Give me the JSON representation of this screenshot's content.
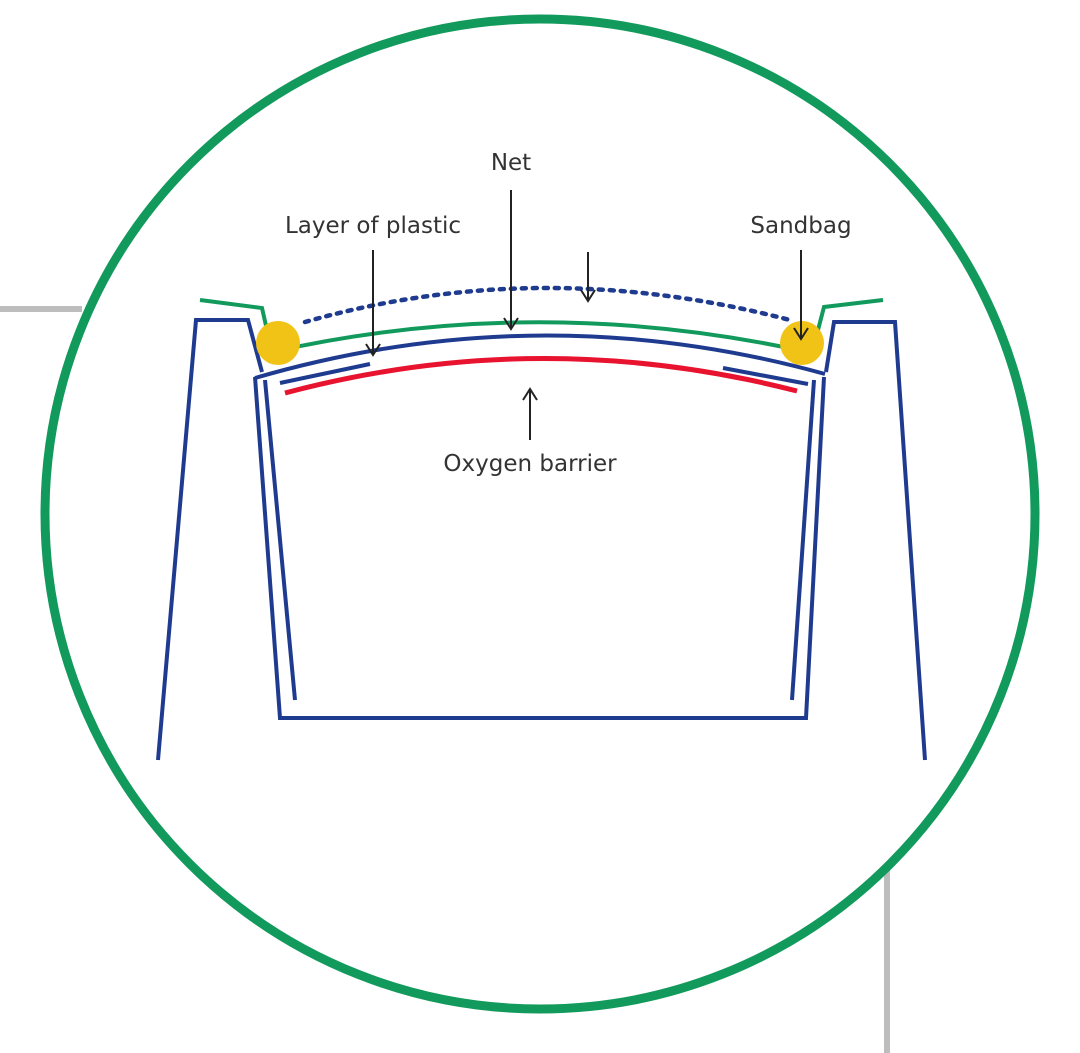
{
  "labels": {
    "net": "Net",
    "layer_of_plastic": "Layer of plastic",
    "sandbag": "Sandbag",
    "oxygen_barrier": "Oxygen barrier"
  },
  "colors": {
    "circle": "#119a5c",
    "bunker_walls": "#1f3b8f",
    "plastic_layer": "#119a5c",
    "oxygen_barrier": "#e8142f",
    "sandbag": "#f2c317",
    "net": "#1f3b8f",
    "arrows": "#222222",
    "connector_lines": "#bdbdbd",
    "label_text": "#333333"
  }
}
